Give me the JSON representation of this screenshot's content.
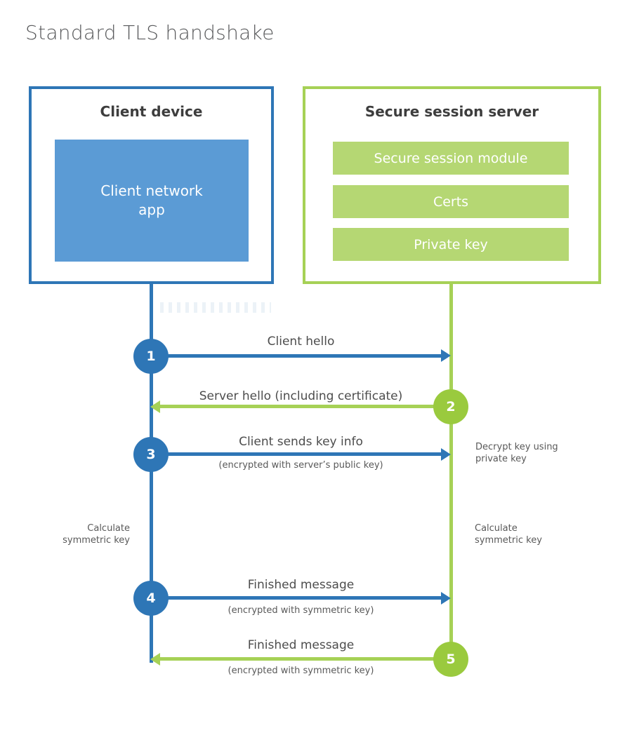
{
  "title": "Standard TLS handshake",
  "client_box": {
    "title": "Client device",
    "app_label": "Client network app"
  },
  "server_box": {
    "title": "Secure session server",
    "modules": [
      "Secure session module",
      "Certs",
      "Private key"
    ]
  },
  "steps": [
    {
      "num": "1",
      "actor": "client",
      "direction": "right",
      "label": "Client hello",
      "sublabel": ""
    },
    {
      "num": "2",
      "actor": "server",
      "direction": "left",
      "label": "Server hello (including certificate)",
      "sublabel": ""
    },
    {
      "num": "3",
      "actor": "client",
      "direction": "right",
      "label": "Client sends key info",
      "sublabel": "(encrypted with server’s public key)"
    },
    {
      "num": "4",
      "actor": "client",
      "direction": "right",
      "label": "Finished message",
      "sublabel": "(encrypted with symmetric key)"
    },
    {
      "num": "5",
      "actor": "server",
      "direction": "left",
      "label": "Finished message",
      "sublabel": "(encrypted with symmetric key)"
    }
  ],
  "side_notes": [
    {
      "text": "Decrypt key using private key",
      "position": "right-of-step-3"
    },
    {
      "text": "Calculate symmetric key",
      "position": "left-lane"
    },
    {
      "text": "Calculate symmetric key",
      "position": "right-lane"
    }
  ],
  "colors": {
    "client_blue": "#2e76b6",
    "client_fill_blue": "#5b9bd5",
    "server_green_border": "#a6d156",
    "server_green_circle": "#9aca3e",
    "server_bar_green": "#b5d773",
    "heading_text": "#3d3d3d",
    "label_text": "#4d4d4d",
    "title_text": "#58595b"
  }
}
